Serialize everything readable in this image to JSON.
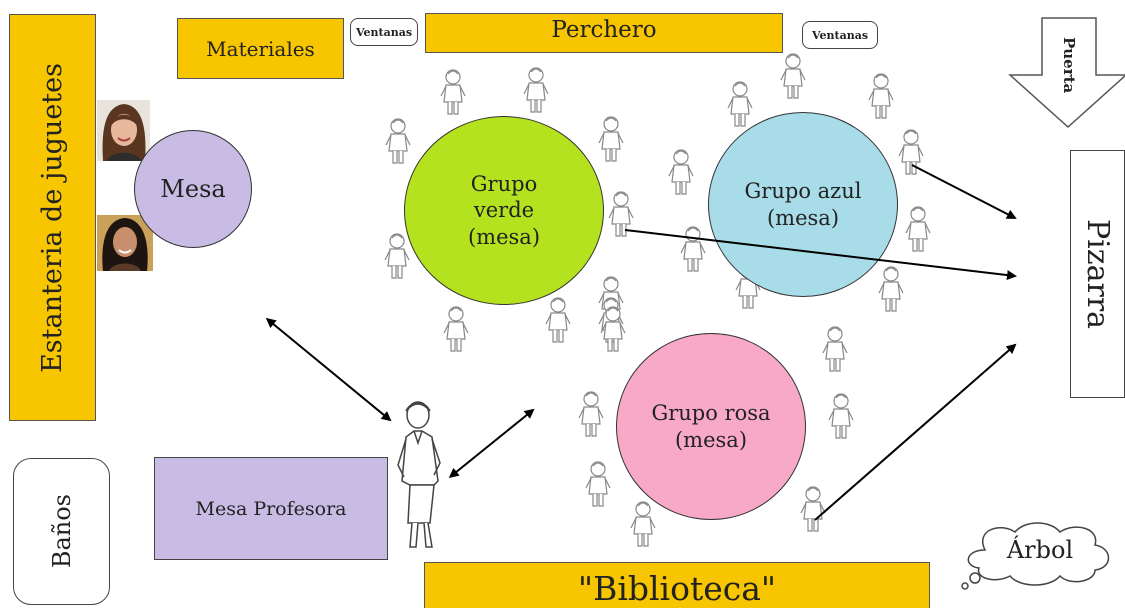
{
  "labels": {
    "estanteria": "Estanteria de juguetes",
    "materiales": "Materiales",
    "ventanas_left": "Ventanas",
    "perchero": "Perchero",
    "ventanas_right": "Ventanas",
    "puerta": "Puerta",
    "mesa": "Mesa",
    "pizarra": "Pizarra",
    "grupo_verde": "Grupo verde (mesa)",
    "grupo_azul": "Grupo azul (mesa)",
    "grupo_rosa": "Grupo rosa (mesa)",
    "banos": "Baños",
    "mesa_profesora": "Mesa Profesora",
    "biblioteca": "\"Biblioteca\"",
    "arbol": "Árbol"
  },
  "colors": {
    "yellow": "#f7c600",
    "green": "#b4e21e",
    "blue": "#a8dce8",
    "pink": "#f8a9c8",
    "lavender": "#c8bce4"
  }
}
